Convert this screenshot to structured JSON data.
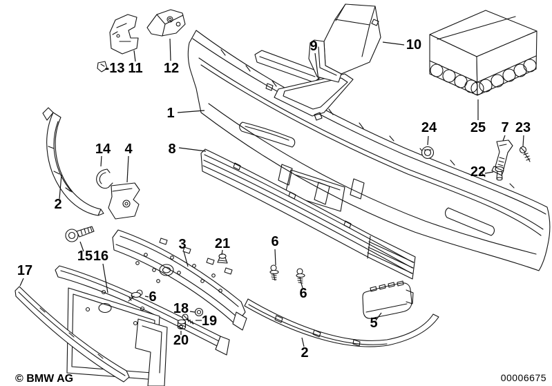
{
  "diagram": {
    "copyright": "© BMW AG",
    "document_number": "00006675",
    "colors": {
      "line": "#111111",
      "background": "#ffffff"
    },
    "callouts": {
      "c1": "1",
      "c2_left": "2",
      "c2_right": "2",
      "c3": "3",
      "c4": "4",
      "c5": "5",
      "c6_left": "6",
      "c6_mid": "6",
      "c6_right": "6",
      "c7": "7",
      "c8": "8",
      "c9": "9",
      "c10": "10",
      "c11": "11",
      "c12": "12",
      "c13": "-13",
      "c14": "14",
      "c15": "15",
      "c16": "16",
      "c17": "17",
      "c18": "18",
      "c19": "19",
      "c20": "20",
      "c21": "21",
      "c22": "22",
      "c23": "23",
      "c24": "24",
      "c25": "25"
    }
  }
}
